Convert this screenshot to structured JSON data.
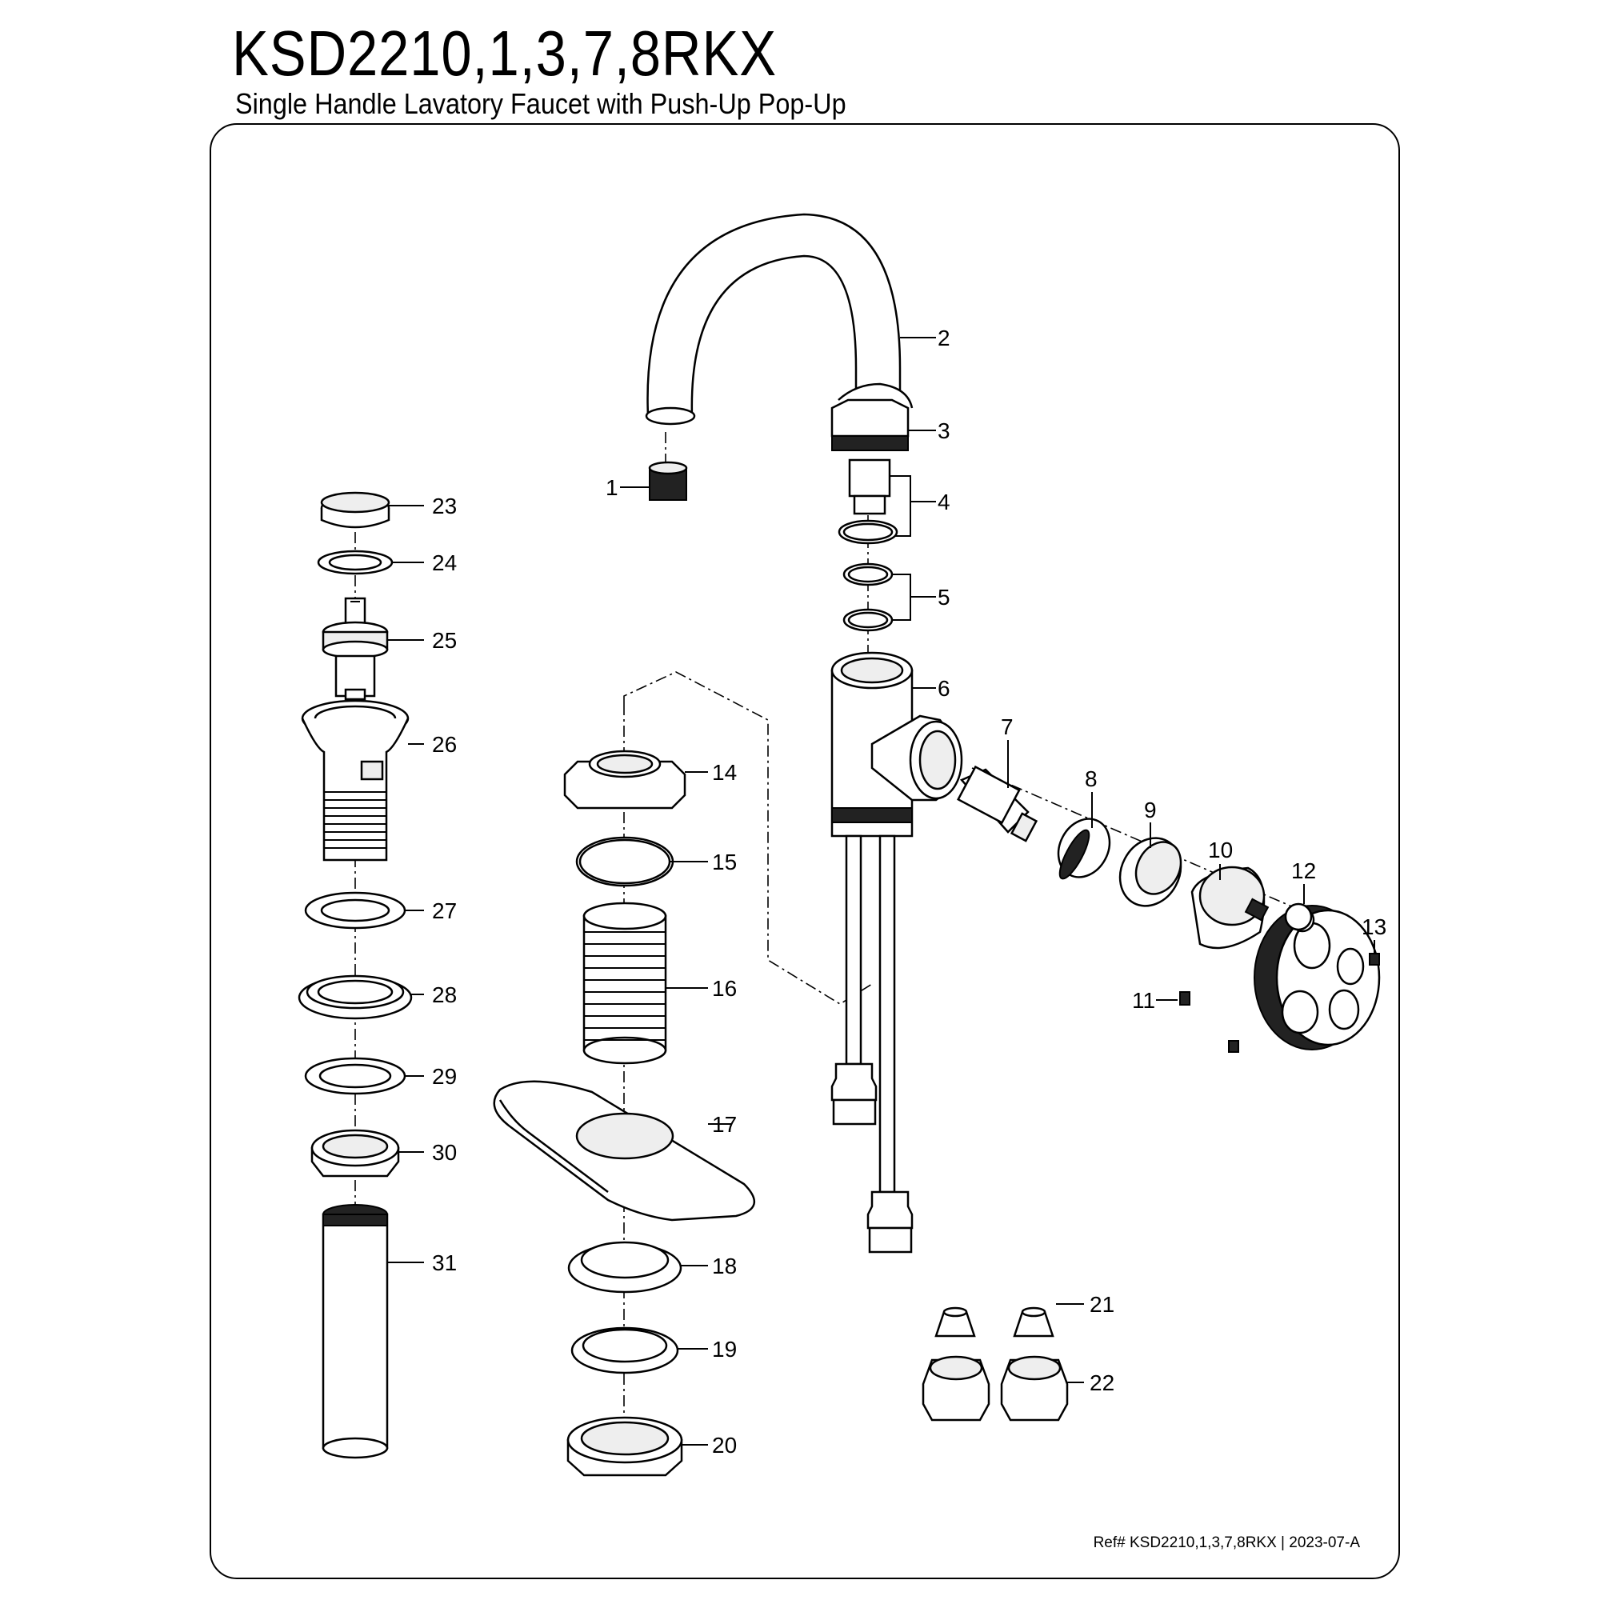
{
  "header": {
    "title": "KSD2210,1,3,7,8RKX",
    "subtitle": "Single Handle Lavatory Faucet with Push-Up Pop-Up"
  },
  "footer": {
    "reference": "Ref# KSD2210,1,3,7,8RKX | 2023-07-A"
  },
  "callouts": {
    "c1": "1",
    "c2": "2",
    "c3": "3",
    "c4": "4",
    "c5": "5",
    "c6": "6",
    "c7": "7",
    "c8": "8",
    "c9": "9",
    "c10": "10",
    "c11": "11",
    "c12": "12",
    "c13": "13",
    "c14": "14",
    "c15": "15",
    "c16": "16",
    "c17": "17",
    "c18": "18",
    "c19": "19",
    "c20": "20",
    "c21": "21",
    "c22": "22",
    "c23": "23",
    "c24": "24",
    "c25": "25",
    "c26": "26",
    "c27": "27",
    "c28": "28",
    "c29": "29",
    "c30": "30",
    "c31": "31"
  },
  "colors": {
    "line": "#000000",
    "fill": "#ffffff",
    "shade": "#222222"
  }
}
